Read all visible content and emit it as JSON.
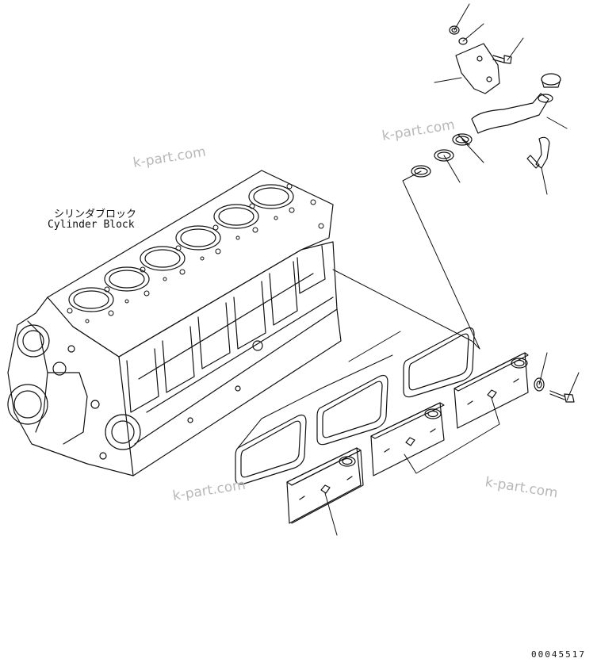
{
  "labels": {
    "block_jp": "シリンダブロック",
    "block_en": "Cylinder Block",
    "drawing_number": "00045517"
  },
  "watermarks": [
    "k-part.com",
    "k-part.com",
    "k-part.com",
    "k-part.com"
  ],
  "colors": {
    "line": "#111111",
    "watermark": "#b8b8b8",
    "background": "#ffffff"
  }
}
